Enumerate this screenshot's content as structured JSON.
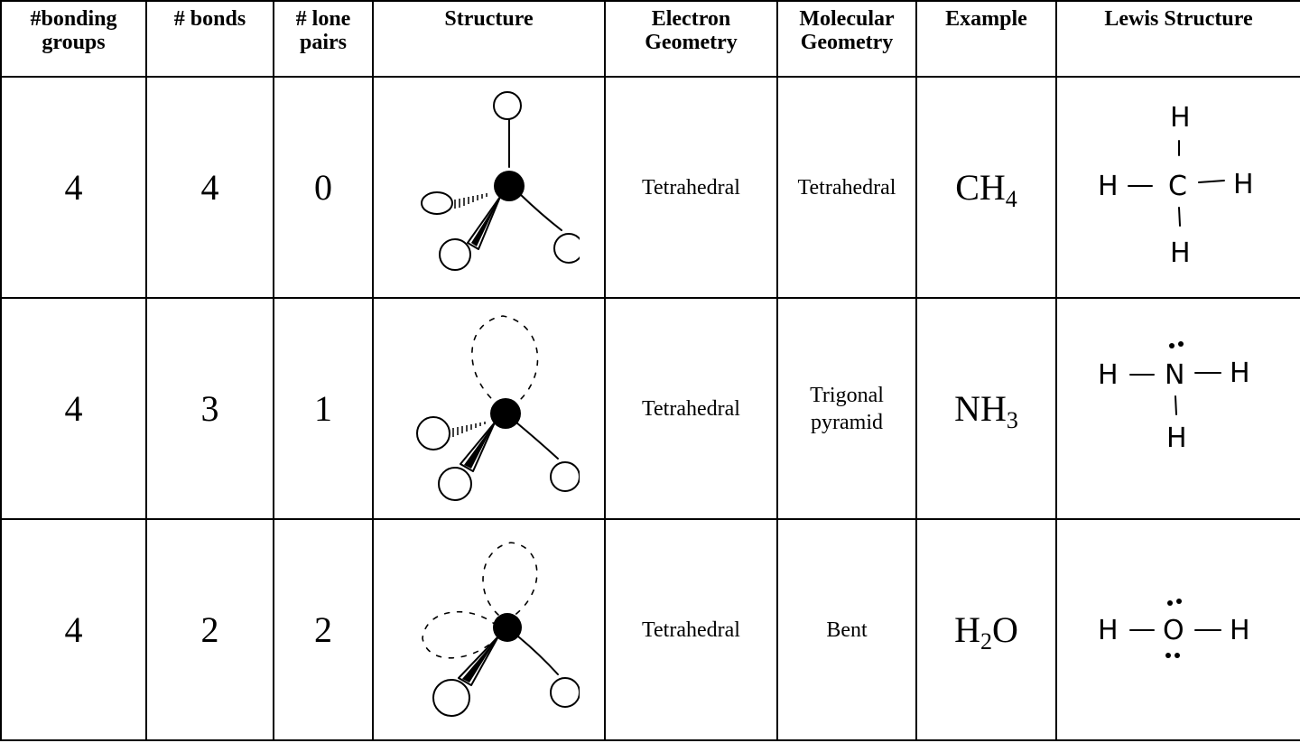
{
  "headers": {
    "bonding_groups": "#bonding groups",
    "bonds": "# bonds",
    "lone_pairs": "# lone pairs",
    "structure": "Structure",
    "electron_geometry": "Electron Geometry",
    "molecular_geometry": "Molecular Geometry",
    "example": "Example",
    "lewis_structure": "Lewis Structure"
  },
  "rows": [
    {
      "bonding_groups": "4",
      "bonds": "4",
      "lone_pairs": "0",
      "electron_geometry": "Tetrahedral",
      "molecular_geometry": "Tetrahedral",
      "example": {
        "base": "CH",
        "sub": "4",
        "tail": ""
      },
      "structure_icon": "tetrahedral-model-icon",
      "lewis": {
        "central": "C",
        "atoms": [
          "H",
          "H",
          "H",
          "H"
        ]
      }
    },
    {
      "bonding_groups": "4",
      "bonds": "3",
      "lone_pairs": "1",
      "electron_geometry": "Tetrahedral",
      "molecular_geometry": "Trigonal pyramid",
      "example": {
        "base": "NH",
        "sub": "3",
        "tail": ""
      },
      "structure_icon": "trigonal-pyramid-model-icon",
      "lewis": {
        "central": "N",
        "atoms": [
          "H",
          "H",
          "H"
        ]
      }
    },
    {
      "bonding_groups": "4",
      "bonds": "2",
      "lone_pairs": "2",
      "electron_geometry": "Tetrahedral",
      "molecular_geometry": "Bent",
      "example": {
        "base": "H",
        "sub": "2",
        "tail": "O"
      },
      "structure_icon": "bent-model-icon",
      "lewis": {
        "central": "O",
        "atoms": [
          "H",
          "H"
        ]
      }
    }
  ]
}
